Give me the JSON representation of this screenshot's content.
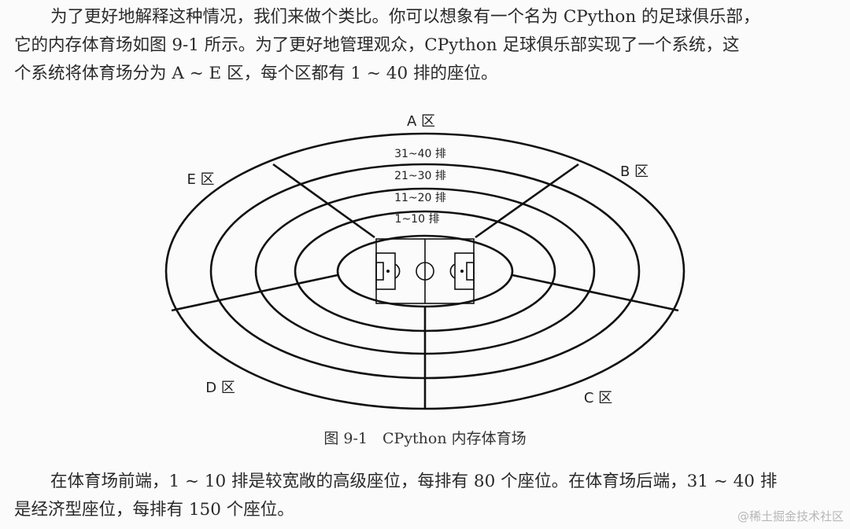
{
  "paragraph1": {
    "lines": [
      "为了更好地解释这种情况，我们来做个类比。你可以想象有一个名为 CPython 的足球俱乐部，",
      "它的内存体育场如图 9-1 所示。为了更好地管理观众，CPython 足球俱乐部实现了一个系统，这",
      "个系统将体育场分为 A ~ E 区，每个区都有 1 ~ 40 排的座位。"
    ]
  },
  "figure": {
    "zones": {
      "a": "A 区",
      "b": "B 区",
      "c": "C 区",
      "d": "D 区",
      "e": "E 区"
    },
    "rows": {
      "outer": "31~40 排",
      "third": "21~30 排",
      "second": "11~20 排",
      "inner": "1~10 排"
    },
    "caption": "图 9-1　CPython 内存体育场"
  },
  "paragraph2": {
    "lines": [
      "在体育场前端，1 ~ 10 排是较宽敞的高级座位，每排有 80 个座位。在体育场后端，31 ~ 40 排",
      "是经济型座位，每排有 150 个座位。"
    ]
  },
  "watermark": "@稀土掘金技术社区",
  "colors": {
    "line": "#111111",
    "text": "#2a2a2a",
    "watermark": "#b7b7b7"
  }
}
